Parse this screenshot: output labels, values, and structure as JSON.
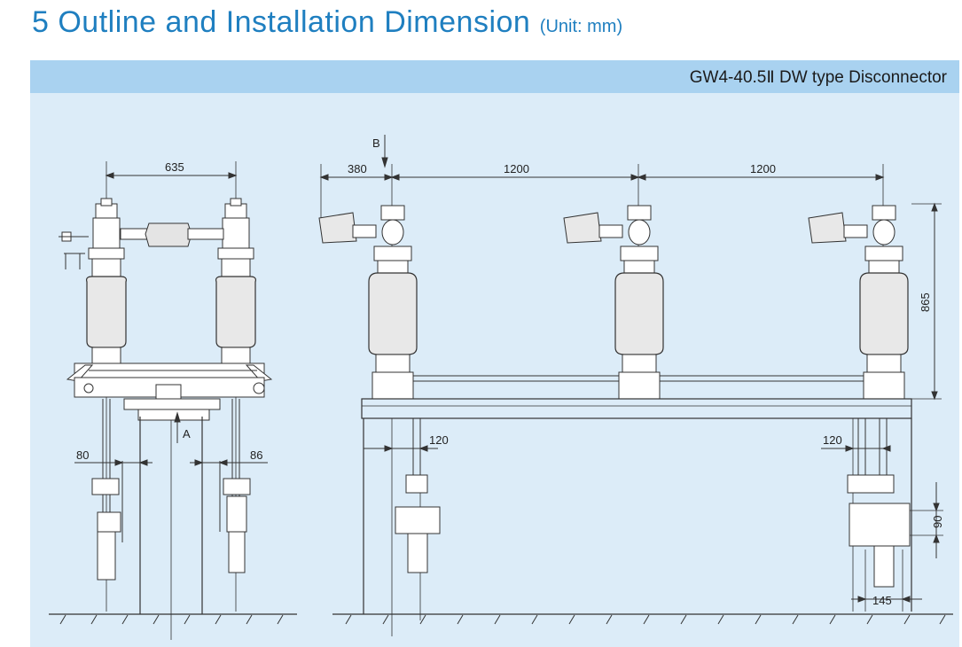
{
  "heading": {
    "title": "5 Outline and Installation Dimension",
    "unit": "(Unit: mm)"
  },
  "panel": {
    "model_title": "GW4-40.5Ⅱ DW type Disconnector"
  },
  "side_view": {
    "dim_top": "635",
    "dim_left": "80",
    "dim_right": "86",
    "view_label": "A"
  },
  "front_view": {
    "view_label": "B",
    "dim_left": "380",
    "dim_span_1": "1200",
    "dim_span_2": "1200",
    "dim_height": "865",
    "dim_base_left": "120",
    "dim_base_right": "120",
    "dim_plate": "90",
    "dim_bottom": "145"
  },
  "colors": {
    "title_blue": "#1f7fc0",
    "panel_bg": "#dcecf8",
    "bar_bg": "#a9d2f0"
  }
}
